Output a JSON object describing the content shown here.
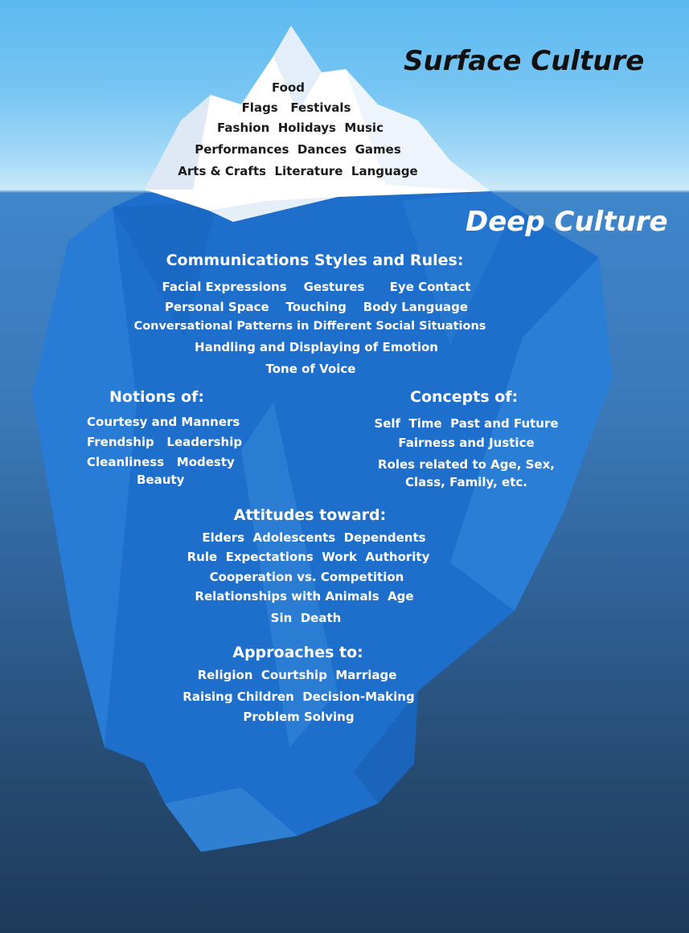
{
  "surface": {
    "title": "Surface Culture",
    "lines": [
      "Food",
      "Flags   Festivals",
      "Fashion  Holidays  Music",
      "Performances  Dances  Games",
      "Arts & Crafts  Literature  Language"
    ]
  },
  "deep": {
    "title": "Deep Culture",
    "communication": {
      "heading": "Communications Styles and Rules:",
      "lines": [
        "Facial Expressions    Gestures      Eye Contact",
        "Personal Space    Touching    Body Language",
        "Conversational Patterns in Different Social Situations",
        "Handling and Displaying of Emotion",
        "Tone of Voice"
      ]
    },
    "notions": {
      "heading": "Notions of:",
      "lines": [
        "Courtesy and Manners",
        "Frendship   Leadership",
        "Cleanliness   Modesty",
        "Beauty"
      ]
    },
    "concepts": {
      "heading": "Concepts of:",
      "lines": [
        "Self  Time  Past and Future",
        "Fairness and Justice",
        "Roles related to Age, Sex,",
        "Class, Family, etc."
      ]
    },
    "attitudes": {
      "heading": "Attitudes toward:",
      "lines": [
        "Elders  Adolescents  Dependents",
        "Rule  Expectations  Work  Authority",
        "Cooperation vs. Competition",
        "Relationships with Animals  Age",
        "Sin  Death"
      ]
    },
    "approaches": {
      "heading": "Approaches to:",
      "lines": [
        "Religion  Courtship  Marriage",
        "Raising Children  Decision-Making",
        "Problem Solving"
      ]
    }
  }
}
